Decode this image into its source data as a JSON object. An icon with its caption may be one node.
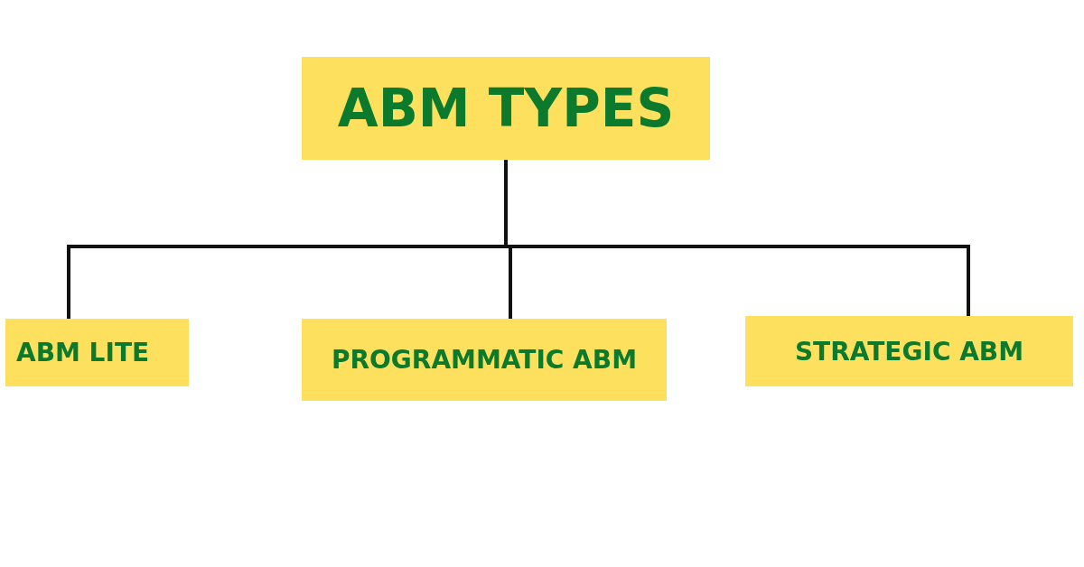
{
  "diagram": {
    "nodes": [
      {
        "text": [
          "ABM TYPES"
        ]
      },
      {
        "text": [
          "ABM LITE"
        ]
      },
      {
        "text": [
          "PROGRAMMATIC ABM"
        ]
      },
      {
        "text": [
          "STRATEGIC ABM"
        ]
      }
    ],
    "edges": [
      {
        "from": 0,
        "to": 1,
        "arrow": "none"
      },
      {
        "from": 0,
        "to": 2,
        "arrow": "none"
      },
      {
        "from": 0,
        "to": 3,
        "arrow": "none"
      }
    ]
  }
}
